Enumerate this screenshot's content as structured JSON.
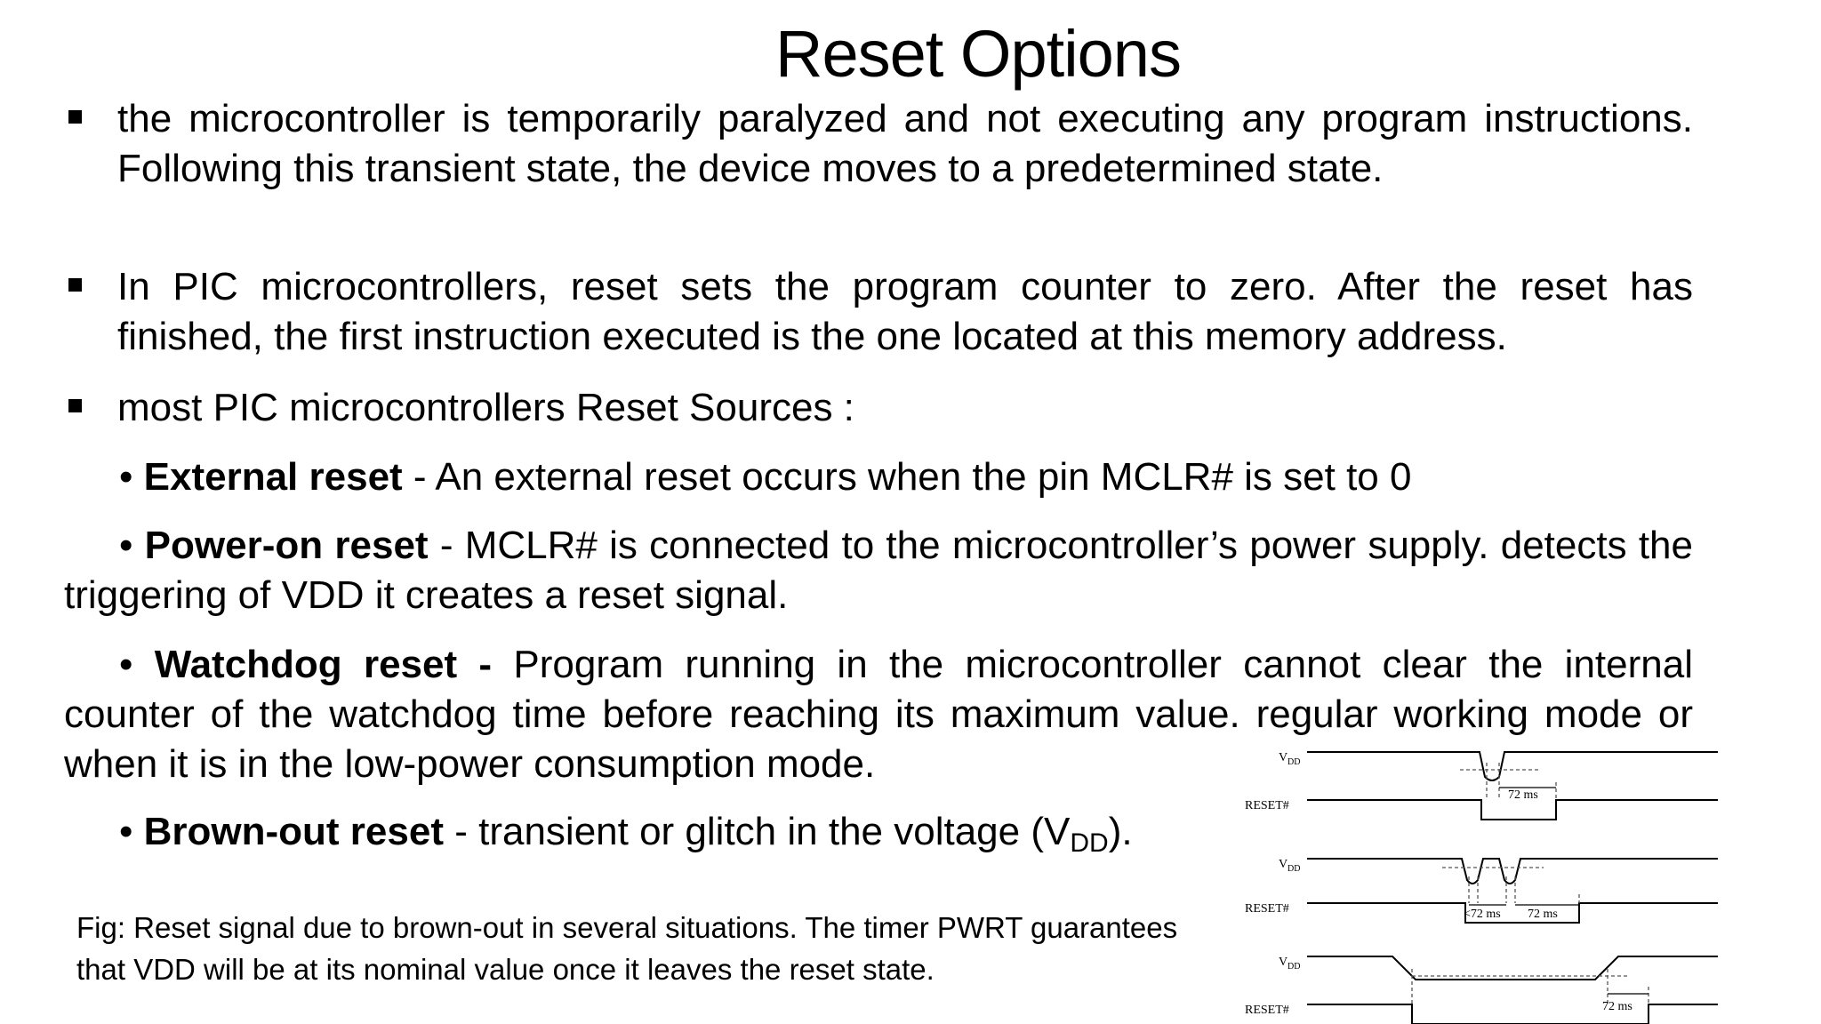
{
  "title": "Reset Options",
  "bullets": [
    "the microcontroller is temporarily paralyzed and not executing any program instructions. Following this transient state, the device moves to a predetermined state.",
    "In PIC microcontrollers, reset sets the program counter to zero. After the reset has finished, the first instruction executed is the one located at this memory address.",
    "most PIC microcontrollers Reset Sources :"
  ],
  "sources": {
    "external": {
      "name": "External reset",
      "desc": " - An external reset occurs when the pin MCLR# is set to 0"
    },
    "poweron": {
      "name": "Power-on reset",
      "desc": " - MCLR# is connected to the microcontroller’s power supply. detects the triggering of VDD it creates a reset signal."
    },
    "watchdog": {
      "name": "Watchdog reset -",
      "desc": " Program running in the microcontroller cannot clear the internal counter of the watchdog time before reaching its maximum value. regular working mode or when it is in the low-power consumption mode."
    },
    "brownout": {
      "name": "Brown-out reset",
      "desc": " - transient or glitch in the voltage (V",
      "sub": "DD",
      "tail": ")."
    }
  },
  "bullet_char": "•",
  "caption": "Fig: Reset signal due to brown-out in several situations. The timer PWRT guarantees that VDD will be at its nominal value once it leaves the reset state.",
  "figure": {
    "vdd_label": "V",
    "vdd_sub": "DD",
    "reset_label": "RESET#",
    "t1": "72 ms",
    "t2a": "<72 ms",
    "t2b": "72 ms",
    "t3": "72 ms"
  }
}
